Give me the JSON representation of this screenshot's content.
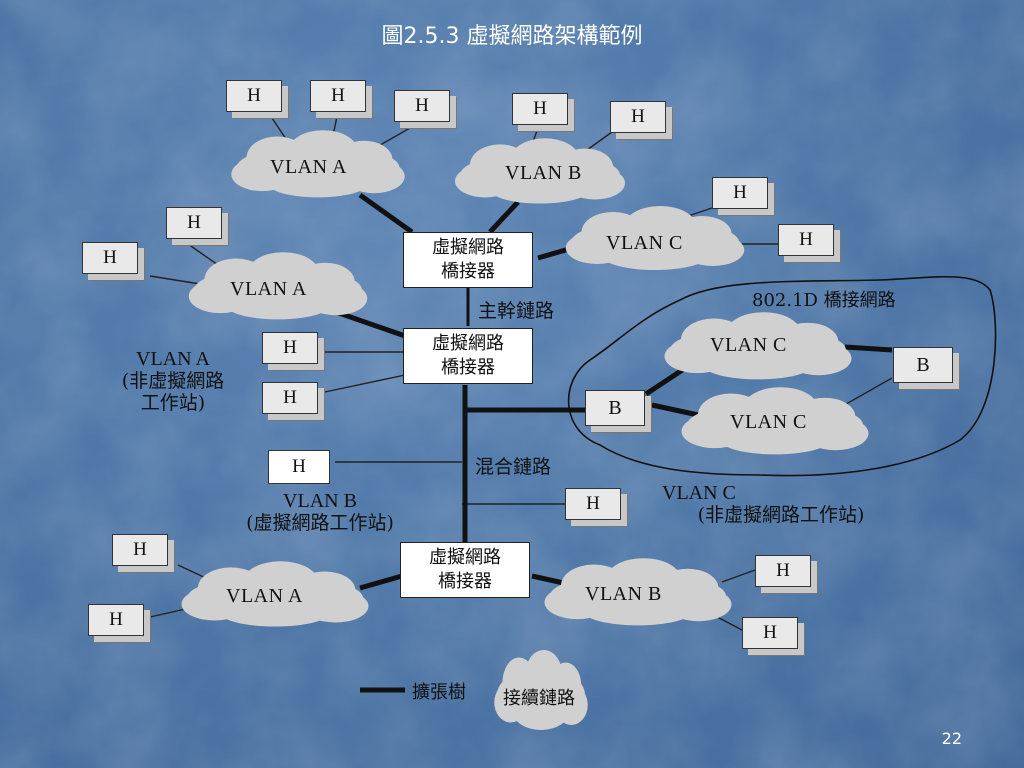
{
  "slide": {
    "title": "圖2.5.3 虛擬網路架構範例",
    "page_number": "22"
  },
  "host_label": "H",
  "bridge_label": "B",
  "virtual_bridge": {
    "line1": "虛擬網路",
    "line2": "橋接器"
  },
  "clouds": {
    "vlan_a": "VLAN A",
    "vlan_b": "VLAN B",
    "vlan_c": "VLAN C"
  },
  "links": {
    "trunk": "主幹鏈路",
    "hybrid": "混合鏈路",
    "access": "接續鏈路",
    "spanning_tree": "擴張樹"
  },
  "region_label": "802.1D 橋接網路",
  "legacy_groups": {
    "vlan_a": {
      "name": "VLAN A",
      "line2": "(非虛擬網路",
      "line3": "工作站)"
    },
    "vlan_b": {
      "name": "VLAN B",
      "line2": "(虛擬網路工作站)"
    },
    "vlan_c": {
      "name": "VLAN C",
      "line2": "(非虛擬網路工作站)"
    }
  }
}
